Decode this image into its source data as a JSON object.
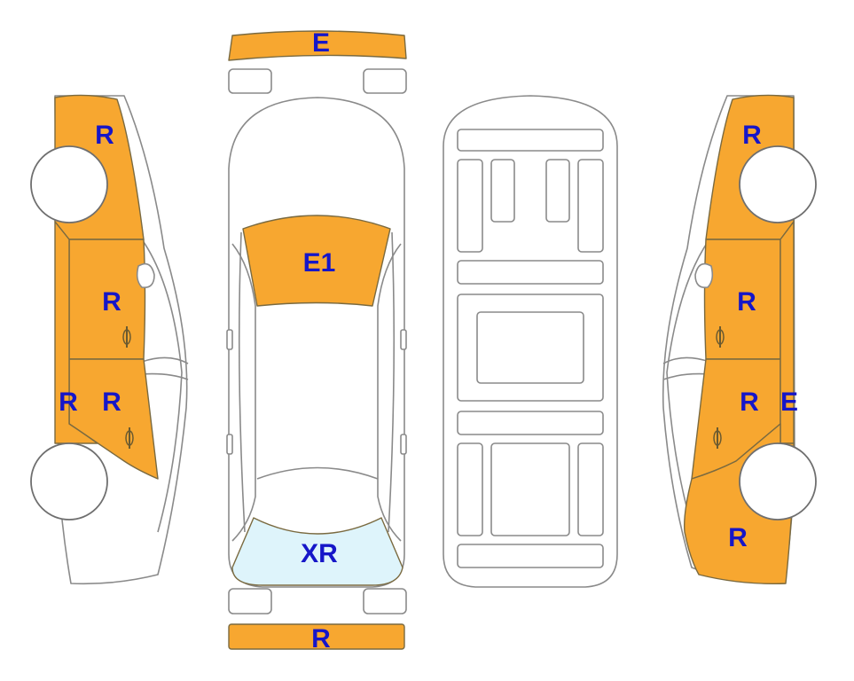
{
  "colors": {
    "damaged": "#f7a730",
    "glass_damaged": "#def4fb",
    "label": "#1616c8",
    "outline": "#8a8a8a"
  },
  "labels": {
    "front_bumper": "E",
    "rear_bumper": "R",
    "windshield": "E1",
    "rear_window": "XR",
    "left_front_fender": "R",
    "left_front_door": "R",
    "left_rear_door": "R",
    "left_sill": "R",
    "right_front_fender": "R",
    "right_front_door": "R",
    "right_rear_door": "R",
    "right_sill": "E",
    "right_rear_quarter": "R"
  }
}
